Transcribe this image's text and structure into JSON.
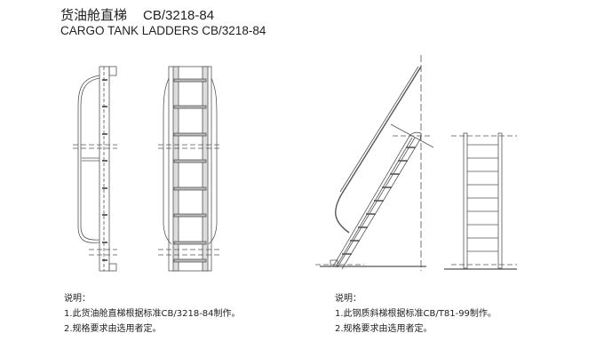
{
  "header": {
    "title_cn": "货油舱直梯",
    "title_code": "CB/3218-84",
    "title_en": "CARGO TANK LADDERS CB/3218-84"
  },
  "notes_left": {
    "heading": "说明：",
    "items": [
      "1.此货油舱直梯根据标准CB/3218-84制作。",
      "2.规格要求由选用者定。"
    ]
  },
  "notes_right": {
    "heading": "说明：",
    "items": [
      "1.此钢质斜梯根据标准CB/T81-99制作。",
      "2.规格要求由选用者定。"
    ]
  },
  "colors": {
    "line": "#555555",
    "fill": "#bbbbbb"
  }
}
